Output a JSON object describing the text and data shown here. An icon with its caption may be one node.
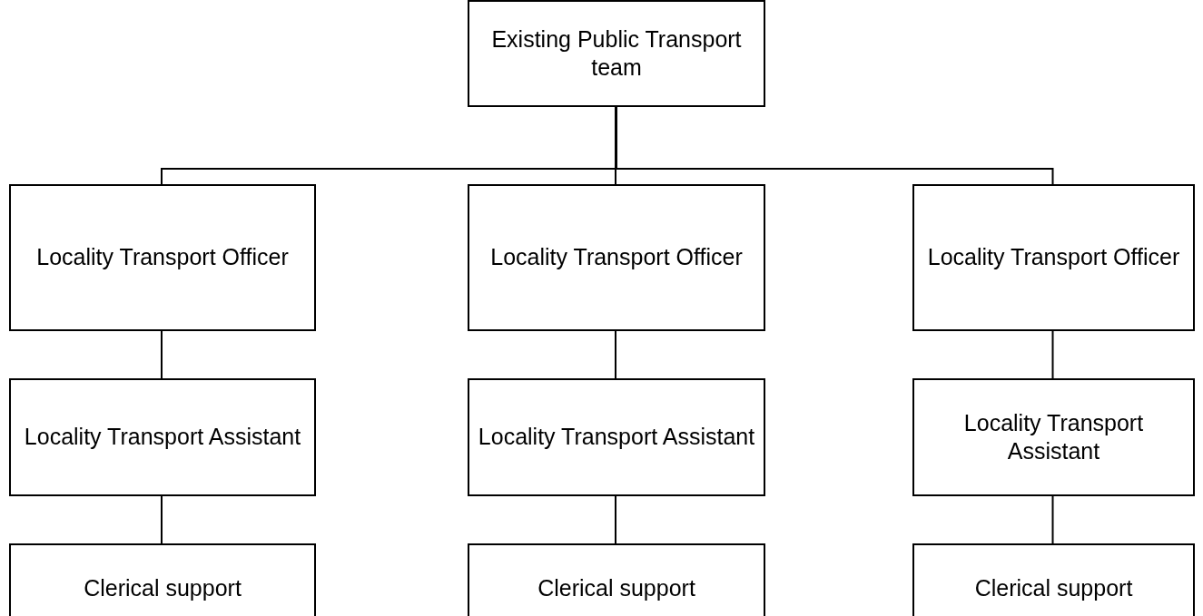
{
  "diagram": {
    "nodes": [
      {
        "text": [
          "Existing Public Transport team"
        ]
      },
      {
        "text": [
          "Locality Transport Officer"
        ]
      },
      {
        "text": [
          "Locality Transport Officer"
        ]
      },
      {
        "text": [
          "Locality Transport Officer"
        ]
      },
      {
        "text": [
          "Locality Transport Assistant"
        ]
      },
      {
        "text": [
          "Locality Transport Assistant"
        ]
      },
      {
        "text": [
          "Locality Transport Assistant"
        ]
      },
      {
        "text": [
          "Clerical support"
        ]
      },
      {
        "text": [
          "Clerical support"
        ]
      },
      {
        "text": [
          "Clerical support"
        ]
      }
    ],
    "edges": [
      {
        "from": 0,
        "to": 1,
        "arrow": "none"
      },
      {
        "from": 0,
        "to": 2,
        "arrow": "none"
      },
      {
        "from": 0,
        "to": 3,
        "arrow": "none"
      },
      {
        "from": 1,
        "to": 4,
        "arrow": "none"
      },
      {
        "from": 2,
        "to": 5,
        "arrow": "none"
      },
      {
        "from": 3,
        "to": 6,
        "arrow": "none"
      },
      {
        "from": 4,
        "to": 7,
        "arrow": "none"
      },
      {
        "from": 5,
        "to": 8,
        "arrow": "none"
      },
      {
        "from": 6,
        "to": 9,
        "arrow": "none"
      }
    ]
  }
}
